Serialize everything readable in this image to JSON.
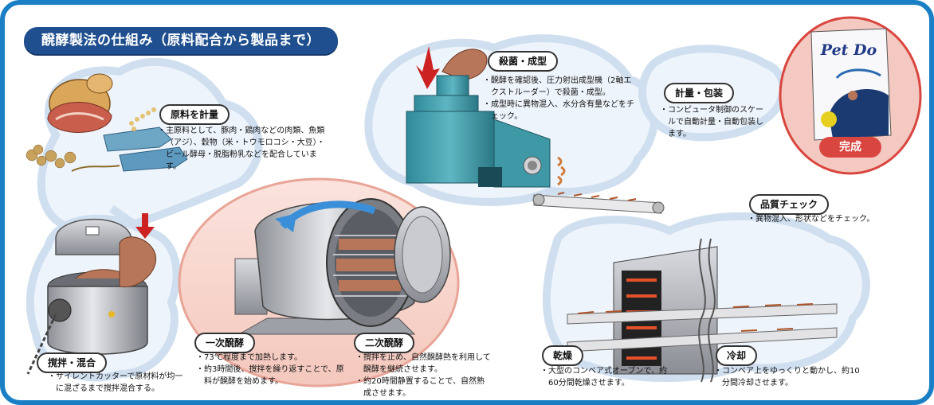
{
  "title": "醗酵製法の仕組み（原料配合から製品まで）",
  "steps": {
    "ingredients": {
      "label": "原料を計量",
      "lines": [
        "主原料として、豚肉・鶏肉などの肉類、魚類（アジ）、穀物（米・トウモロコシ・大豆）・ビール酵母・脱脂粉乳などを配合しています。"
      ]
    },
    "mixing": {
      "label": "撹拌・混合",
      "lines": [
        "サイレントカッターで原材料が均一に混ざるまで撹拌混合する。"
      ]
    },
    "primary": {
      "label": "一次醗酵",
      "lines": [
        "73℃程度まで加熱します。",
        "約3時間後、撹拌を繰り返すことで、原料が醗酵を始めます。"
      ]
    },
    "secondary": {
      "label": "二次醗酵",
      "lines": [
        "撹拌を止め、自然醗酵熱を利用して醗酵を継続させます。",
        "約20時間静置することで、自然熟成させます。"
      ]
    },
    "sterilize": {
      "label": "殺菌・成型",
      "lines": [
        "醗酵を確認後、圧力射出成型機（2軸エクストルーダー）で殺菌・成型。",
        "成型時に異物混入、水分含有量などをチェック。"
      ]
    },
    "drying": {
      "label": "乾燥",
      "lines": [
        "大型のコンベア式オーブンで、約60分間乾燥させます。"
      ]
    },
    "cooling": {
      "label": "冷却",
      "lines": [
        "コンベア上をゆっくりと動かし、約10分間冷却させます。"
      ]
    },
    "quality": {
      "label": "品質チェック",
      "lines": [
        "異物混入、形状などをチェック。"
      ]
    },
    "packaging": {
      "label": "計量・包装",
      "lines": [
        "コンピュータ制御のスケールで自動計量・自動包装します。"
      ]
    }
  },
  "product": {
    "brand": "Pet Do",
    "done_label": "完成"
  },
  "colors": {
    "frame": "#1a7fc4",
    "title_bg": "#1f4f8e",
    "cloud": "#d6e5f3",
    "highlight": "#f6d4cc",
    "arrow_red": "#cc2222",
    "arrow_blue": "#3a8fd8"
  }
}
